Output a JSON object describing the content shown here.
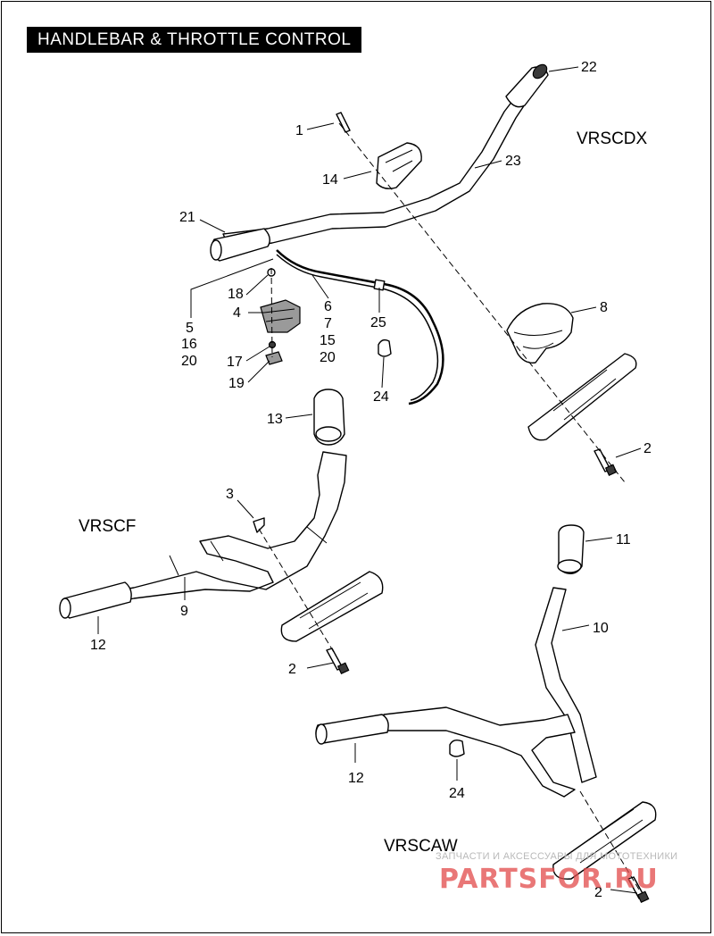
{
  "title": "HANDLEBAR & THROTTLE CONTROL",
  "models": {
    "vrscdx": "VRSCDX",
    "vrscf": "VRSCF",
    "vrscaw": "VRSCAW"
  },
  "callouts": {
    "c1": "1",
    "c2a": "2",
    "c2b": "2",
    "c2c": "2",
    "c3": "3",
    "c4": "4",
    "c5": "5",
    "c6": "6",
    "c7": "7",
    "c8": "8",
    "c9": "9",
    "c10": "10",
    "c11": "11",
    "c12a": "12",
    "c12b": "12",
    "c13": "13",
    "c14": "14",
    "c15": "15",
    "c16": "16",
    "c17": "17",
    "c18": "18",
    "c19": "19",
    "c20a": "20",
    "c20b": "20",
    "c21": "21",
    "c22": "22",
    "c23": "23",
    "c24a": "24",
    "c24b": "24",
    "c25": "25"
  },
  "watermark": {
    "subtitle": "ЗАПЧАСТИ И АКСЕССУАРЫ ДЛЯ МОТОТЕХНИКИ",
    "brand": "PARTSFOR.RU"
  }
}
